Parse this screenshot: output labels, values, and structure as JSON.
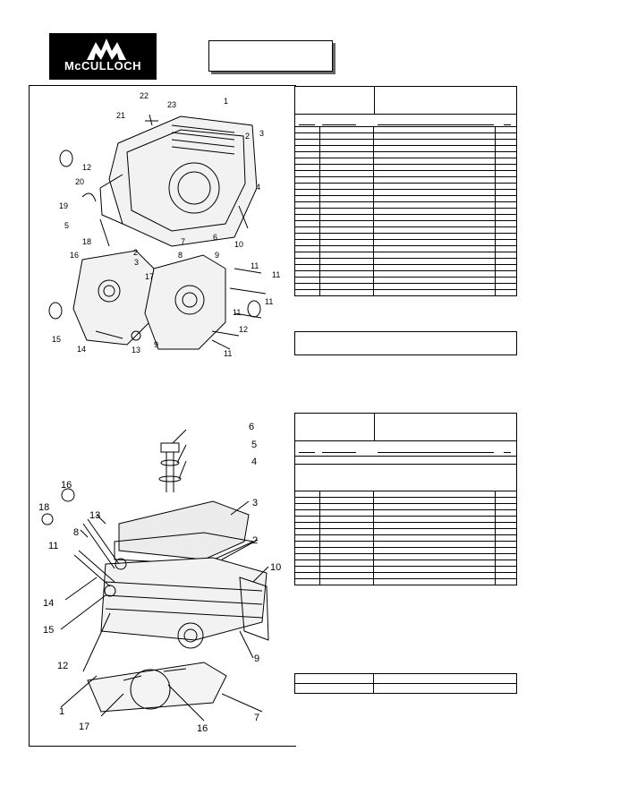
{
  "brand": {
    "name": "McCULLOCH",
    "logo_mark": "triple-m-peaks"
  },
  "diagram_crankcase": {
    "callouts": [
      "22",
      "23",
      "1",
      "21",
      "2",
      "3",
      "12",
      "20",
      "4",
      "19",
      "5",
      "6",
      "18",
      "7",
      "2",
      "3",
      "10",
      "16",
      "17",
      "8",
      "9",
      "11",
      "11",
      "11",
      "15",
      "14",
      "13",
      "9",
      "11",
      "12",
      "11"
    ]
  },
  "diagram_cylinder": {
    "callouts": [
      "6",
      "5",
      "4",
      "18",
      "16",
      "3",
      "13",
      "8",
      "11",
      "2",
      "10",
      "14",
      "15",
      "12",
      "9",
      "1",
      "17",
      "16",
      "7"
    ]
  },
  "colors": {
    "line": "#000000",
    "shadow": "#666666"
  }
}
